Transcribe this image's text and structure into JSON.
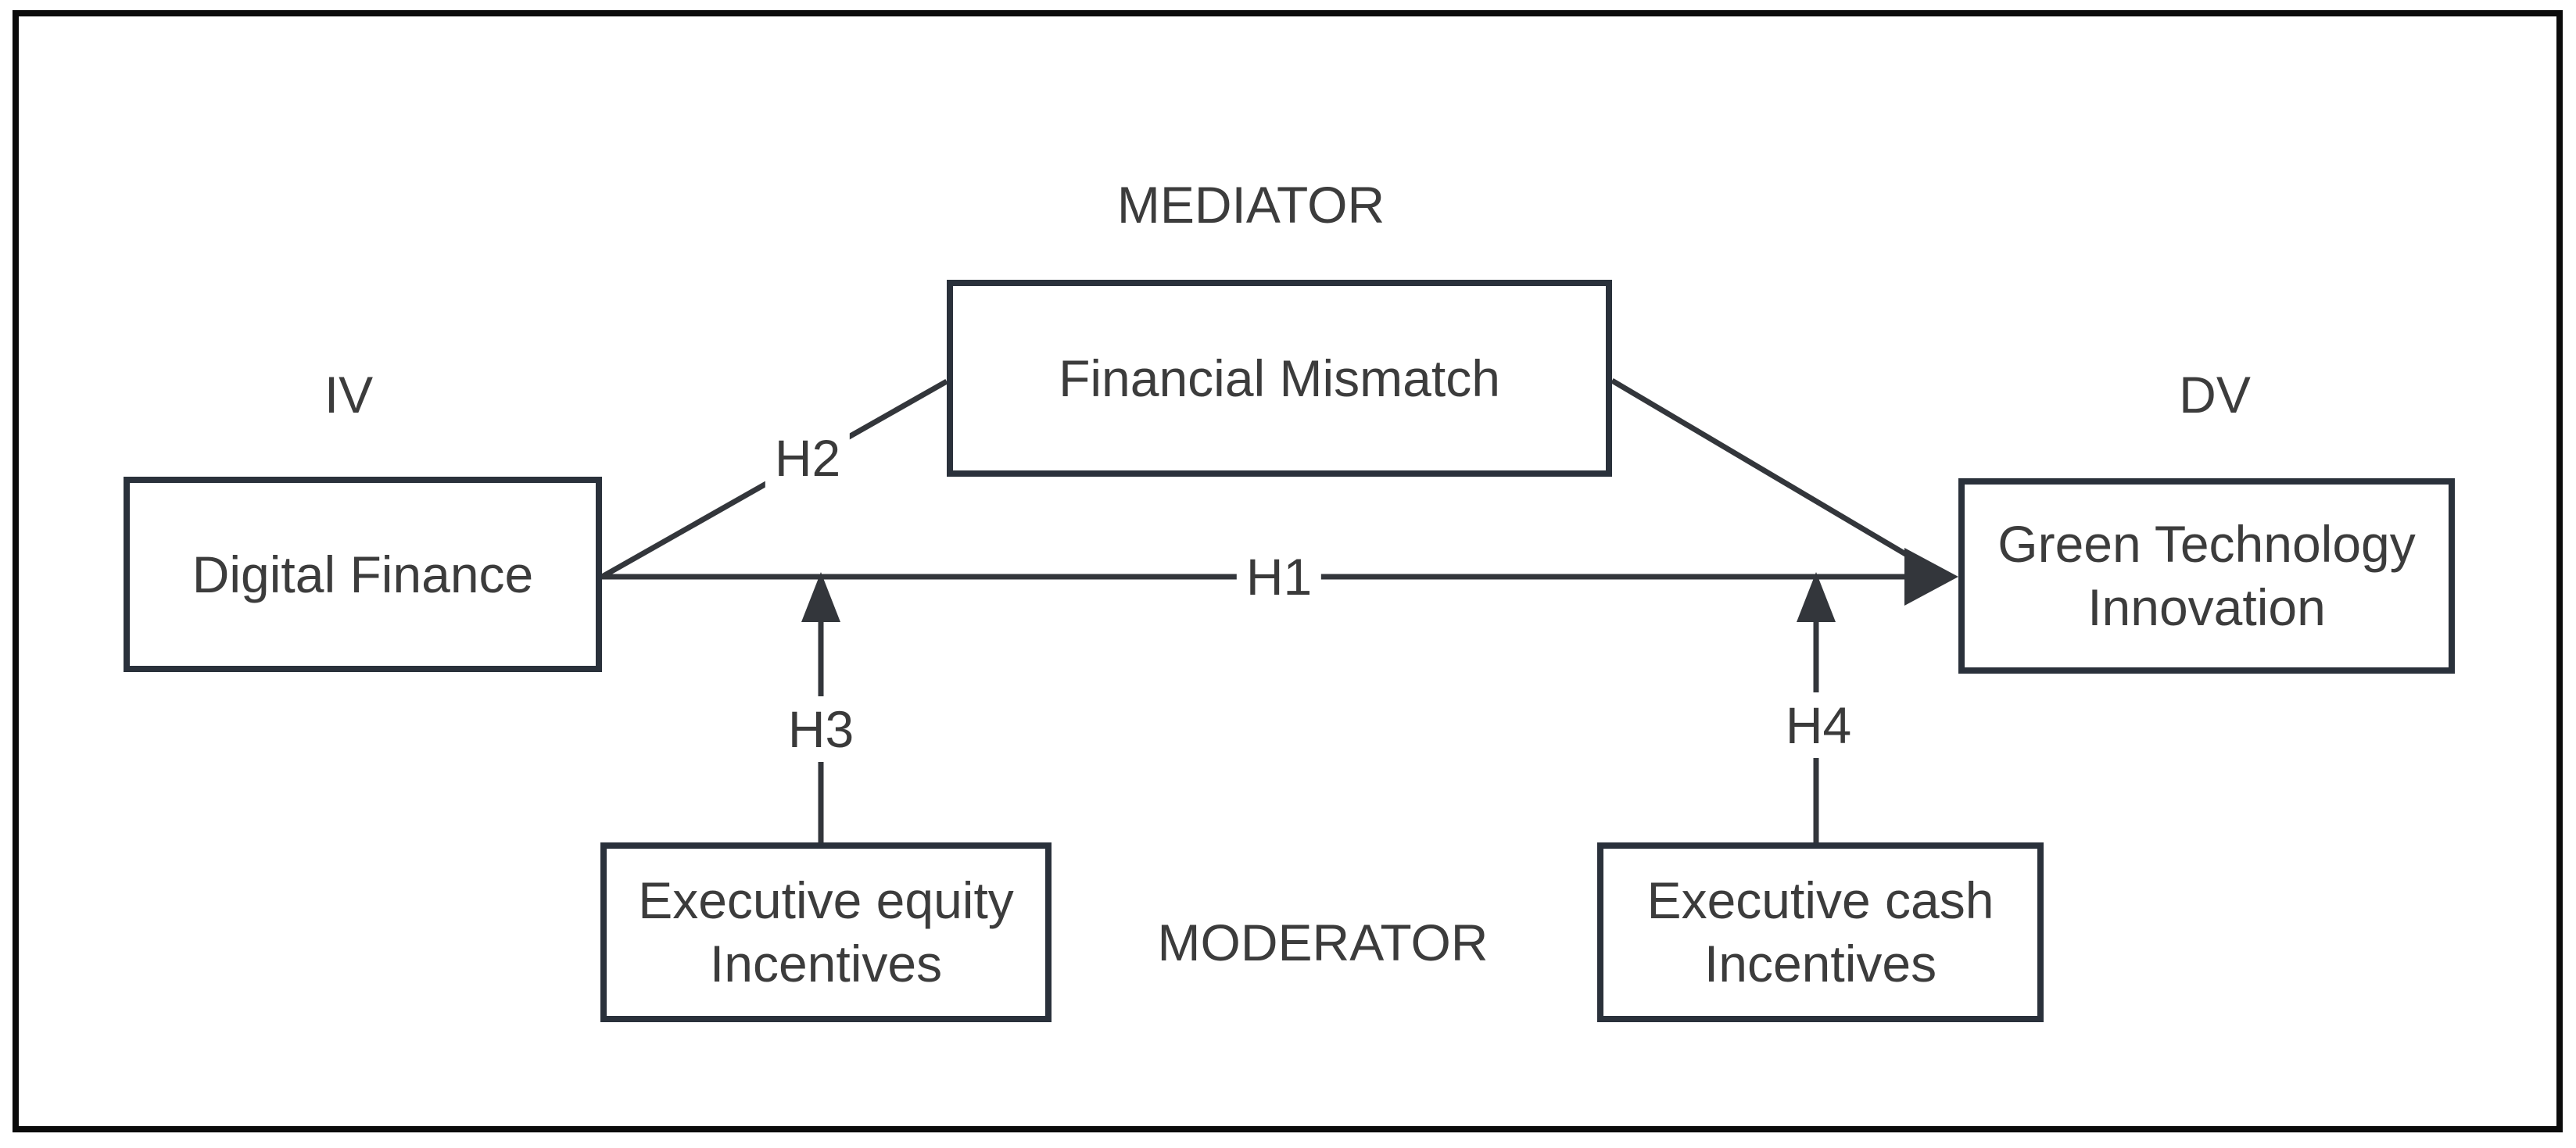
{
  "diagram": {
    "colors": {
      "background": "#ffffff",
      "outer_border": "#0b0b0b",
      "box_border": "#2a313b",
      "line": "#33363b",
      "text": "#3c3c3c"
    },
    "role_labels": {
      "iv": "IV",
      "dv": "DV",
      "mediator": "MEDIATOR",
      "moderator": "MODERATOR"
    },
    "nodes": {
      "digital_finance": {
        "label": "Digital Finance",
        "role": "IV"
      },
      "financial_mismatch": {
        "label": "Financial Mismatch",
        "role": "MEDIATOR"
      },
      "green_technology_innovation": {
        "label": "Green Technology Innovation",
        "role": "DV"
      },
      "executive_equity_incentives": {
        "label": "Executive equity Incentives",
        "role": "MODERATOR"
      },
      "executive_cash_incentives": {
        "label": "Executive cash Incentives",
        "role": "MODERATOR"
      }
    },
    "hypotheses": {
      "h1": "H1",
      "h2": "H2",
      "h3": "H3",
      "h4": "H4"
    }
  }
}
